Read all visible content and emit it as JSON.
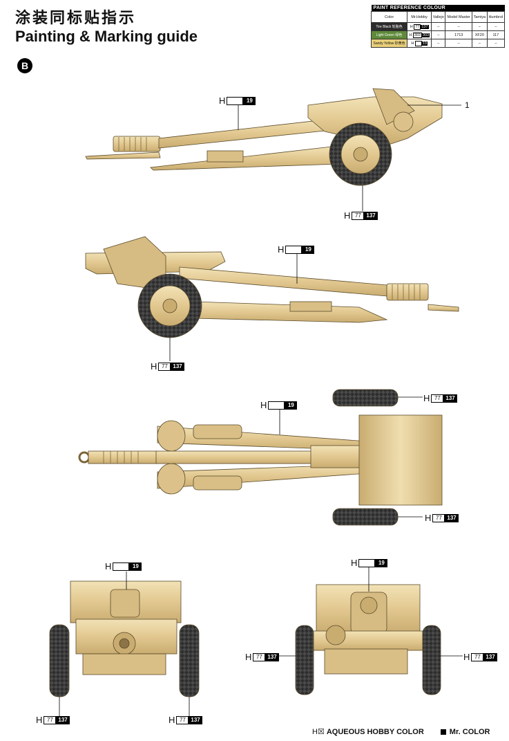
{
  "header": {
    "title_zh": "涂装同标贴指示",
    "title_en": "Painting & Marking guide",
    "scheme_letter": "B"
  },
  "paint_table": {
    "caption": "PAINT REFERENCE COLOUR",
    "columns": [
      "Color",
      "Mr.Hobby",
      "Vallejo",
      "Model Master",
      "Tamiya",
      "Humbrol"
    ],
    "rows": [
      {
        "color": "Tire Black 轮胎色",
        "mrhobby_h": "H",
        "mrhobby_w": "77",
        "mrhobby_b": "137",
        "vallejo": "–",
        "modelmaster": "–",
        "tamiya": "–",
        "humbrol": "–"
      },
      {
        "color": "Light Green 绿色",
        "mrhobby_h": "H",
        "mrhobby_w": "303",
        "mrhobby_b": "303",
        "vallejo": "–",
        "modelmaster": "1713",
        "tamiya": "XF20",
        "humbrol": "117"
      },
      {
        "color": "Sandy Yellow 砂黄色",
        "mrhobby_h": "H",
        "mrhobby_w": "",
        "mrhobby_b": "19",
        "vallejo": "–",
        "modelmaster": "–",
        "tamiya": "–",
        "humbrol": "–"
      }
    ]
  },
  "views": {
    "side1": {
      "barrel_h": "H",
      "barrel_code": "19",
      "tire_h": "H",
      "tire_w": "77",
      "tire_b": "137",
      "callout": "1"
    },
    "side2": {
      "barrel_h": "H",
      "barrel_code": "19",
      "tire_h": "H",
      "tire_w": "77",
      "tire_b": "137"
    },
    "top": {
      "barrel_h": "H",
      "barrel_code": "19",
      "tire1_h": "H",
      "tire1_w": "77",
      "tire1_b": "137",
      "tire2_h": "H",
      "tire2_w": "77",
      "tire2_b": "137"
    },
    "rear": {
      "top_h": "H",
      "top_code": "19",
      "l_h": "H",
      "l_w": "77",
      "l_b": "137",
      "r_h": "H",
      "r_w": "77",
      "r_b": "137"
    },
    "front": {
      "top_h": "H",
      "top_code": "19",
      "l_h": "H",
      "l_w": "77",
      "l_b": "137",
      "r_h": "H",
      "r_w": "77",
      "r_b": "137"
    }
  },
  "legend": {
    "aqueous_symbol": "H☒",
    "aqueous_label": "AQUEOUS HOBBY COLOR",
    "mrcolor_label": "Mr. COLOR"
  },
  "colors": {
    "sand": "#e6cf9a",
    "sand_dark": "#b79b63",
    "tire": "#2e2e2e"
  }
}
